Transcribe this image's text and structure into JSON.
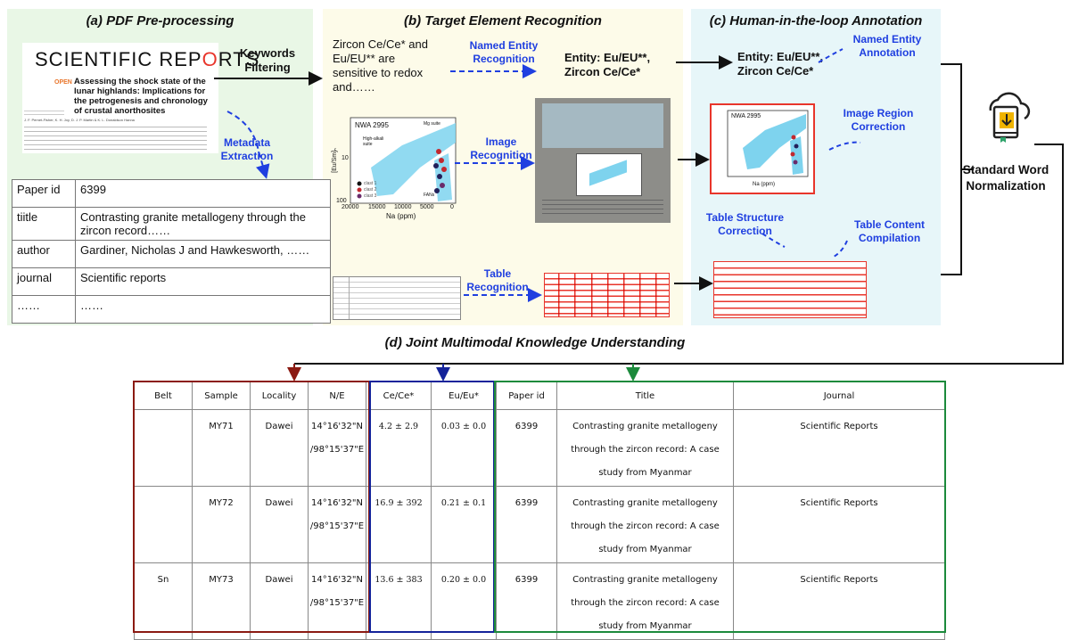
{
  "panels": {
    "a_title": "(a) PDF Pre-processing",
    "b_title": "(b) Target Element Recognition",
    "c_title": "(c) Human-in-the-loop Annotation",
    "d_title": "(d) Joint Multimodal Knowledge Understanding"
  },
  "pdf": {
    "journal_logo_1": "SCIENTIFIC REP",
    "journal_logo_2": "O",
    "journal_logo_3": "RTS",
    "open": "OPEN",
    "paper_title": "Assessing the shock state of the lunar highlands: Implications for the petrogenesis and chronology of crustal anorthosites",
    "authors": "J. F. Pernet-Fisher, K. H. Joy, D. J. P. Martin & K. L. Donaldson Hanna"
  },
  "labels": {
    "keywords_filtering": "Keywords\nFiltering",
    "metadata_extraction": "Metadata\nExtraction",
    "ner": "Named Entity\nRecognition",
    "image_recognition": "Image\nRecognition",
    "table_recognition": "Table\nRecognition",
    "named_entity_annotation": "Named Entity\nAnnotation",
    "image_region_correction": "Image Region\nCorrection",
    "table_structure_correction": "Table Structure\nCorrection",
    "table_content_compilation": "Table Content\nCompilation",
    "standard_word_normalization": "Standard Word\nNormalization"
  },
  "text_snippet": "Zircon Ce/Ce* and Eu/EU** are sensitive to redox and……",
  "entity_b": "Entity: Eu/EU**,\nZircon Ce/Ce*",
  "entity_c": "Entity: Eu/EU**,\nZircon Ce/Ce*",
  "metadata": [
    {
      "key": "Paper id",
      "value": "6399"
    },
    {
      "key": "tiitle",
      "value": "Contrasting granite metallogeny through the zircon record……"
    },
    {
      "key": "author",
      "value": "Gardiner, Nicholas J and Hawkesworth, ……"
    },
    {
      "key": "journal",
      "value": "Scientific reports"
    },
    {
      "key": "……",
      "value": "……"
    }
  ],
  "chart": {
    "title": "NWA 2995",
    "ylabel": "[Eu/Sm]ₙ",
    "xlabel": "Na (ppm)",
    "xticks": [
      "20000",
      "15000",
      "10000",
      "5000",
      "0"
    ],
    "yticks": [
      "100",
      "10"
    ],
    "annot_mg": "Mg suite",
    "annot_high": "High-alkali suite",
    "annot_fan": "FANs",
    "legend": [
      "clast 1",
      "clast 2",
      "clast 3"
    ]
  },
  "final_table": {
    "headers": [
      "Belt",
      "Sample",
      "Locality",
      "N/E",
      "Ce/Ce*",
      "Eu/Eu*",
      "Paper id",
      "Title",
      "Journal"
    ],
    "rows": [
      [
        "",
        "MY71",
        "Dawei",
        "14°16'32\"N\n/98°15'37\"E",
        "4.2 ± 2.9",
        "0.03 ± 0.0",
        "6399",
        "Contrasting granite metallogeny\nthrough the zircon record: A case\nstudy from Myanmar",
        "Scientific Reports"
      ],
      [
        "",
        "MY72",
        "Dawei",
        "14°16'32\"N\n/98°15'37\"E",
        "16.9 ± 392",
        "0.21 ± 0.1",
        "6399",
        "Contrasting granite metallogeny\nthrough the zircon record: A case\nstudy from Myanmar",
        "Scientific Reports"
      ],
      [
        "Sn",
        "MY73",
        "Dawei",
        "14°16'32\"N\n/98°15'37\"E",
        "13.6 ± 383",
        "0.20 ± 0.0",
        "6399",
        "Contrasting granite metallogeny\nthrough the zircon record: A case\nstudy from Myanmar",
        "Scientific Reports"
      ]
    ]
  },
  "colors": {
    "panel_a": "#e9f7e6",
    "panel_b": "#fdfbe9",
    "panel_c": "#e7f6f9",
    "accent_blue": "#1f3fe0",
    "red": "#e8352b",
    "box_red": "#8b1a12",
    "box_navy": "#14239a",
    "box_green": "#1c8a3c"
  }
}
